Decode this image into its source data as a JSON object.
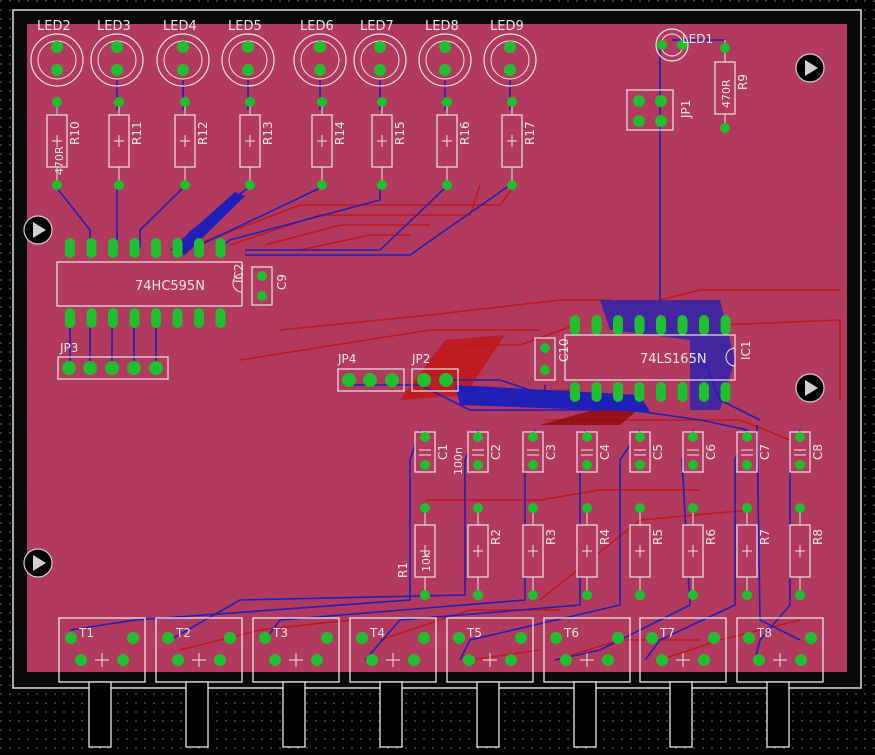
{
  "board": {
    "colors": {
      "background": "#000000",
      "board_fill": "#b33a5e",
      "copper_top": "#c01818",
      "copper_bottom": "#2020b8",
      "pad": "#1fbf2f",
      "silk": "#e6e6e6",
      "grid": "#4a4a4a"
    }
  },
  "leds_top": [
    "LED2",
    "LED3",
    "LED4",
    "LED5",
    "LED6",
    "LED7",
    "LED8",
    "LED9"
  ],
  "led1": "LED1",
  "resistors_top": [
    "R10",
    "R11",
    "R12",
    "R13",
    "R14",
    "R15",
    "R16",
    "R17"
  ],
  "r10_value": "470R",
  "r9": {
    "name": "R9",
    "value": "470R"
  },
  "jp1": "JP1",
  "ic2": {
    "name": "IC2",
    "value": "74HC595N"
  },
  "c9": "C9",
  "jp3": "JP3",
  "jp4": "JP4",
  "jp2": "JP2",
  "c10": "C10",
  "ic1": {
    "name": "IC1",
    "value": "74LS165N"
  },
  "caps": [
    "C1",
    "C2",
    "C3",
    "C4",
    "C5",
    "C6",
    "C7",
    "C8"
  ],
  "c2_value": "100n",
  "resistors_bottom": [
    "R1",
    "R2",
    "R3",
    "R4",
    "R5",
    "R6",
    "R7",
    "R8"
  ],
  "r1_value": "10k",
  "terminals": [
    "T1",
    "T2",
    "T3",
    "T4",
    "T5",
    "T6",
    "T7",
    "T8"
  ]
}
